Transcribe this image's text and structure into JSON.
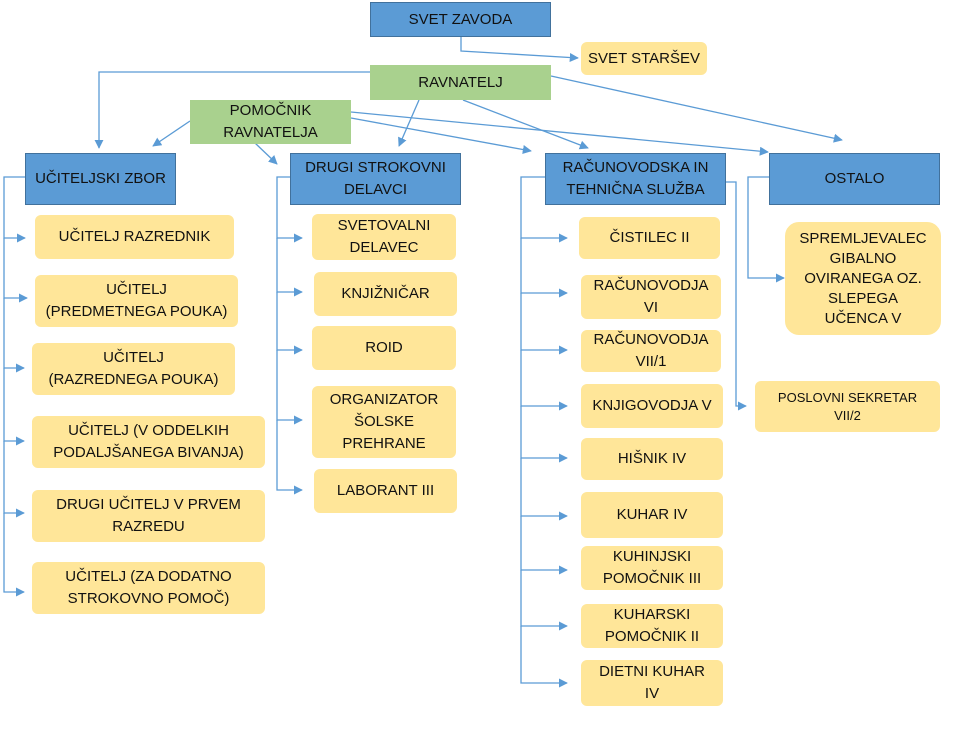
{
  "nodes": {
    "svet_zavoda": "SVET ZAVODA",
    "svet_starsev": "SVET STARŠEV",
    "ravnatelj": "RAVNATELJ",
    "pomocnik": "POMOČNIK\nRAVNATELJA",
    "uciteljski_zbor": "UČITELJSKI ZBOR",
    "drugi_strokovni": "DRUGI STROKOVNI\nDELAVCI",
    "racunovodska": "RAČUNOVODSKA IN\nTEHNIČNA SLUŽBA",
    "ostalo": "OSTALO"
  },
  "uciteljski_zbor_items": [
    "UČITELJ RAZREDNIK",
    "UČITELJ\n(PREDMETNEGA POUKA)",
    "UČITELJ\n(RAZREDNEGA POUKA)",
    "UČITELJ (V ODDELKIH\nPODALJŠANEGA BIVANJA)",
    "DRUGI UČITELJ V PRVEM\nRAZREDU",
    "UČITELJ (ZA DODATNO\nSTROKOVNO POMOČ)"
  ],
  "drugi_strokovni_items": [
    "SVETOVALNI\nDELAVEC",
    "KNJIŽNIČAR",
    "ROID",
    "ORGANIZATOR\nŠOLSKE\nPREHRANE",
    "LABORANT III"
  ],
  "racunovodska_items": [
    "ČISTILEC II",
    "RAČUNOVODJA\nVI",
    "RAČUNOVODJA\nVII/1",
    "KNJIGOVODJA V",
    "HIŠNIK IV",
    "KUHAR IV",
    "KUHINJSKI\nPOMOČNIK III",
    "KUHARSKI\nPOMOČNIK II",
    "DIETNI KUHAR\nIV"
  ],
  "ostalo_items": [
    "SPREMLJEVALEC\nGIBALNO\nOVIRANEGA OZ.\nSLEPEGA\nUČENCA V"
  ],
  "poslovni_sekretar": "POSLOVNI SEKRETAR\nVII/2",
  "colors": {
    "top_box": "#5b9bd5",
    "management_box": "#a9d18e",
    "item_box": "#ffe699",
    "connector": "#5b9bd5"
  }
}
